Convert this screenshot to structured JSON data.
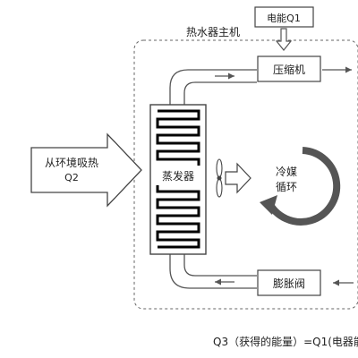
{
  "unit_title": "热水器主机",
  "electric_energy": "电能Q1",
  "compressor": "压缩机",
  "evaporator": "蒸发器",
  "environment_heat": {
    "line1": "从环境吸热",
    "line2": "Q2"
  },
  "refrigerant": {
    "line1": "冷媒",
    "line2": "循环"
  },
  "expansion_valve": "膨胀阀",
  "formula": "Q3（获得的能量）=Q1(电器能"
}
